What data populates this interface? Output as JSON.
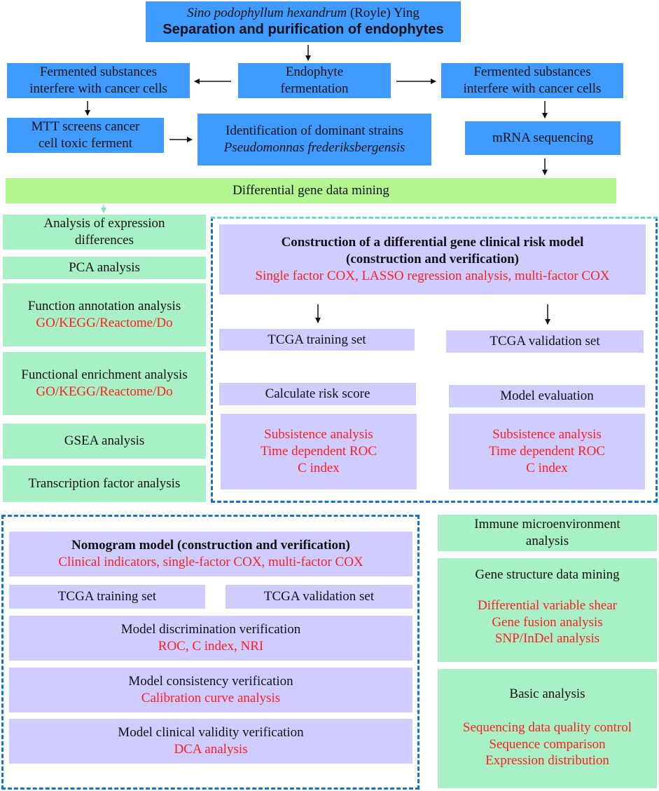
{
  "top": {
    "species": "Sino podophyllum hexandrum",
    "species_suffix": " (Royle) Ying",
    "title": "Separation and purification of endophytes"
  },
  "row1": {
    "left": [
      "Fermented substances",
      "interfere with cancer cells"
    ],
    "center": [
      "Endophyte",
      "fermentation"
    ],
    "right": [
      "Fermented substances",
      "interfere with cancer cells"
    ]
  },
  "row2": {
    "mtt": [
      "MTT screens cancer",
      "cell toxic ferment"
    ],
    "ident": "Identification of dominant strains",
    "ident_species": "Pseudomonnas frederiksbergensis",
    "mrna": "mRNA sequencing"
  },
  "mining": "Differential gene data mining",
  "left_col": {
    "expr": [
      "Analysis of expression",
      "differences"
    ],
    "pca": "PCA analysis",
    "func_annot": "Function annotation analysis",
    "func_annot_sub": "GO/KEGG/Reactome/Do",
    "func_enrich": "Functional enrichment analysis",
    "func_enrich_sub": "GO/KEGG/Reactome/Do",
    "gsea": "GSEA analysis",
    "tf": "Transcription factor analysis"
  },
  "risk": {
    "title1": "Construction of a differential gene clinical risk model",
    "title2": "(construction and verification)",
    "methods": "Single factor COX, LASSO regression analysis, multi-factor COX",
    "train": "TCGA training set",
    "valid": "TCGA validation set",
    "calc": "Calculate risk score",
    "eval": "Model evaluation",
    "left_list": [
      "Subsistence analysis",
      "Time dependent ROC",
      "C index"
    ],
    "right_list": [
      "Subsistence analysis",
      "Time dependent ROC",
      "C index"
    ]
  },
  "nomo": {
    "title": "Nomogram model (construction and verification)",
    "methods": "Clinical indicators, single-factor COX, multi-factor COX",
    "train": "TCGA training set",
    "valid": "TCGA validation set",
    "disc": "Model discrimination verification",
    "disc_sub": "ROC, C index, NRI",
    "cons": "Model consistency verification",
    "cons_sub": "Calibration curve analysis",
    "clin": "Model clinical validity verification",
    "clin_sub": "DCA analysis"
  },
  "right_col": {
    "immune": [
      "Immune microenvironment",
      "analysis"
    ],
    "gene": "Gene structure data mining",
    "gene_list": [
      "Differential variable shear",
      "Gene fusion analysis",
      "SNP/InDel analysis"
    ],
    "basic": "Basic analysis",
    "basic_list": [
      "Sequencing data quality control",
      "Sequence comparison",
      "Expression distribution"
    ]
  },
  "colors": {
    "blue": "#3f9bff",
    "green": "#a8f0c6",
    "lime": "#b3f58e",
    "lavender": "#cfccff",
    "red_text": "#ff1e1e",
    "dashed_border": "#1673c8"
  }
}
